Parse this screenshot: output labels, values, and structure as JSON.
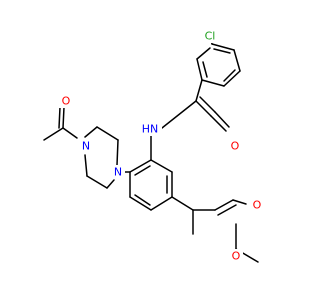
{
  "colors": {
    "bond": "#000000",
    "oxygen": "#ff0000",
    "nitrogen": "#0000ff",
    "chlorine": "#1fa01f",
    "carbon": "#000000"
  },
  "atoms": {
    "chlorine_label": "Cl",
    "amide_nh_label": "HN",
    "amide_o_label": "O",
    "acetyl_o_label": "O",
    "piperazine_n1_label": "N",
    "piperazine_n4_label": "N",
    "ester_carbonyl_o_label": "O",
    "ester_methoxy_o_label": "O"
  }
}
